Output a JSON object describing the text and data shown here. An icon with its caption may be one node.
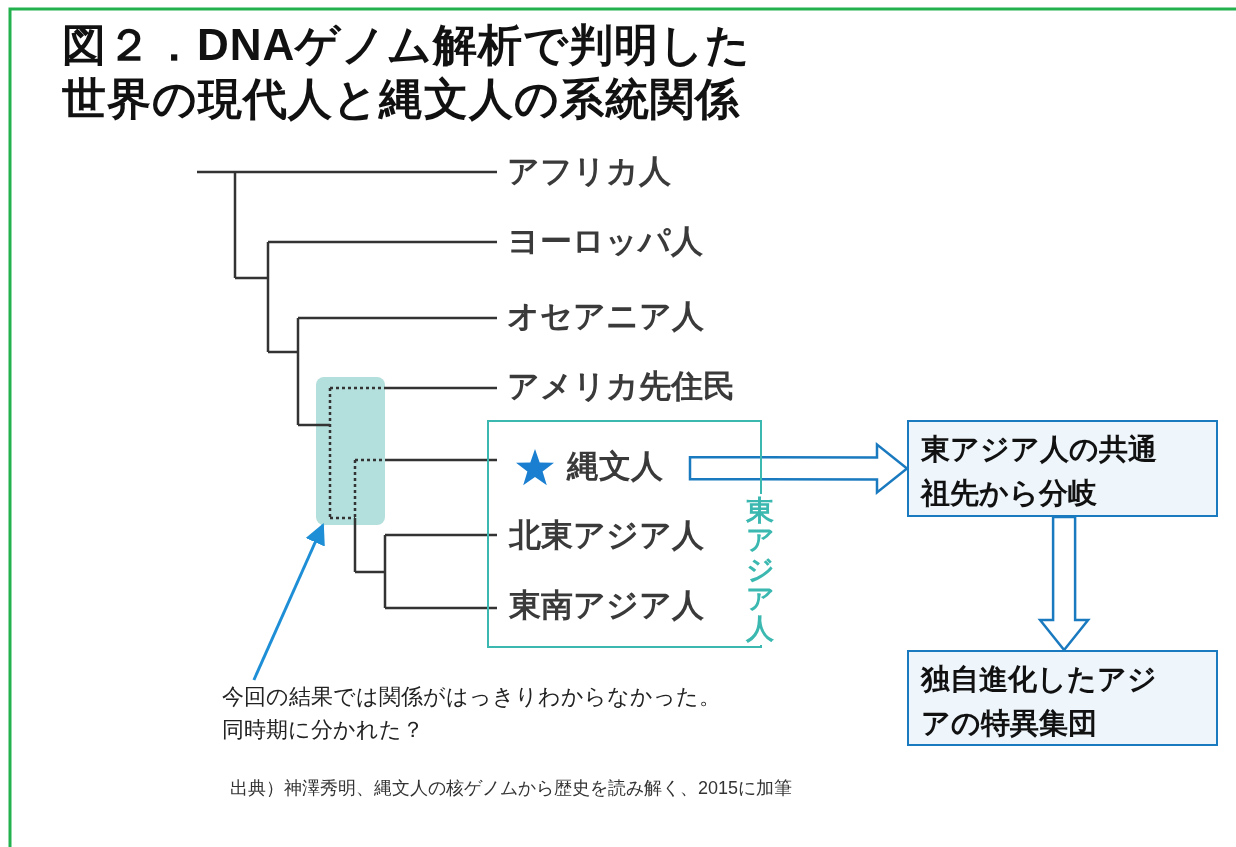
{
  "diagram": {
    "title": "図２．DNAゲノム解析で判明した世界の現代人と縄文人の系統関係",
    "nodes": [
      {
        "text": [
          "アフリカ人"
        ]
      },
      {
        "text": [
          "ヨーロッパ人"
        ]
      },
      {
        "text": [
          "オセアニア人"
        ]
      },
      {
        "text": [
          "アメリカ先住民"
        ]
      },
      {
        "text": [],
        "shape": "box"
      },
      {
        "text": [
          "東アジア人"
        ]
      },
      {
        "text": [
          "縄文人"
        ],
        "in": 5
      },
      {
        "text": [
          "北東アジア人"
        ],
        "in": 5
      },
      {
        "text": [
          "東南アジア人"
        ],
        "in": 5
      },
      {
        "text": [
          "東アジア人の共通祖先から分岐"
        ]
      },
      {
        "text": [
          "独自進化したアジアの特異集団"
        ]
      },
      {
        "text": [
          "今回の結果では関係がはっきりわからなかった。同時期に分かれた？"
        ]
      }
    ],
    "edges": [
      {
        "from": 11,
        "to": 4,
        "arrow": "to"
      },
      {
        "from": 6,
        "to": 9,
        "arrow": "to",
        "style": "thick"
      },
      {
        "from": 9,
        "to": 10,
        "arrow": "to",
        "style": "thick"
      }
    ],
    "caption": "出典）神澤秀明、縄文人の核ゲノムから歴史を読み解く、2015に加筆"
  }
}
